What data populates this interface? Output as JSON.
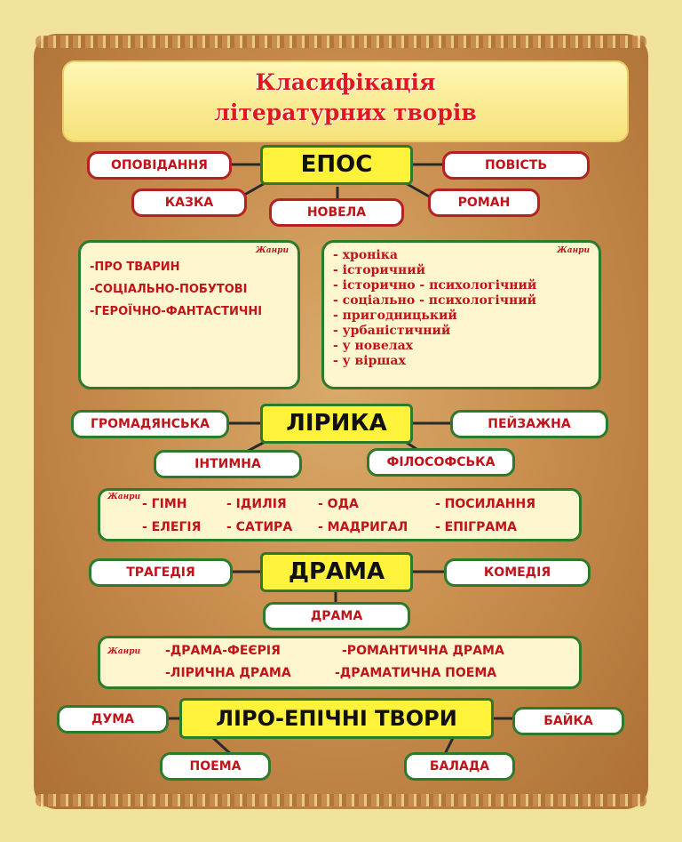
{
  "title": {
    "line1": "Класифікація",
    "line2": "літературних творів"
  },
  "epos": {
    "label": "ЕПОС",
    "kinds": [
      "ОПОВІДАННЯ",
      "ПОВІСТЬ",
      "КАЗКА",
      "НОВЕЛА",
      "РОМАН"
    ],
    "left_genres_tag": "Жанри",
    "left_genres": [
      "-ПРО ТВАРИН",
      "-СОЦІАЛЬНО-ПОБУТОВІ",
      "-ГЕРОЇЧНО-ФАНТАСТИЧНІ"
    ],
    "right_genres_tag": "Жанри",
    "right_genres": [
      "- хроніка",
      "- історичний",
      "- історично - психологічний",
      "- соціально - психологічний",
      "- пригодницький",
      "- урбаністичний",
      "- у новелах",
      "- у віршах"
    ]
  },
  "lyrics": {
    "label": "ЛІРИКА",
    "kinds": [
      "ГРОМАДЯНСЬКА",
      "ПЕЙЗАЖНА",
      "ІНТИМНА",
      "ФІЛОСОФСЬКА"
    ],
    "genres_tag": "Жанри",
    "genres_row1": [
      "- ГІМН",
      "- ІДИЛІЯ",
      "- ОДА",
      "- ПОСИЛАННЯ"
    ],
    "genres_row2": [
      "- ЕЛЕГІЯ",
      "- САТИРА",
      "- МАДРИГАЛ",
      "- ЕПІГРАМА"
    ]
  },
  "drama": {
    "label": "ДРАМА",
    "kinds": [
      "ТРАГЕДІЯ",
      "КОМЕДІЯ",
      "ДРАМА"
    ],
    "genres_tag": "Жанри",
    "genres_row1": [
      "-ДРАМА-ФЕЄРІЯ",
      "-РОМАНТИЧНА ДРАМА"
    ],
    "genres_row2": [
      "-ЛІРИЧНА ДРАМА",
      "-ДРАМАТИЧНА ПОЕМА"
    ]
  },
  "lyro_epic": {
    "label": "ЛІРО-ЕПІЧНІ ТВОРИ",
    "kinds": [
      "ДУМА",
      "БАЙКА",
      "ПОЕМА",
      "БАЛАДА"
    ]
  },
  "colors": {
    "hub_fill": "#fff23a",
    "accent_red": "#c0141a",
    "border_green": "#2c7a2c",
    "panel_brown": "#c98f4f"
  }
}
